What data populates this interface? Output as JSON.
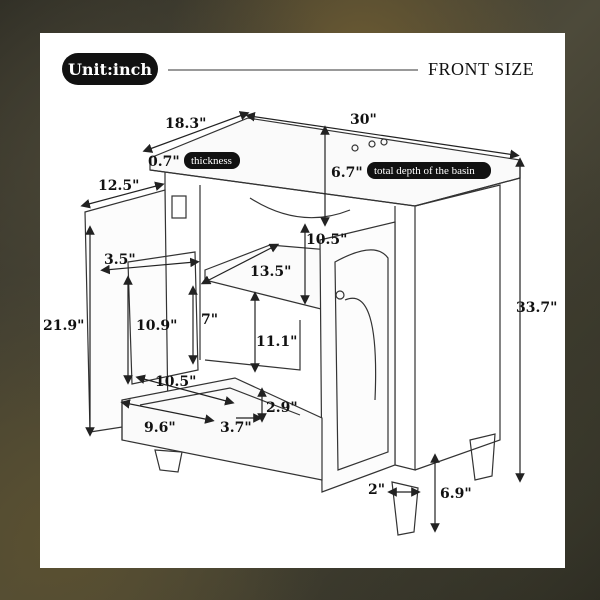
{
  "header": {
    "unit_label": "Unit:inch",
    "view_label": "FRONT SIZE"
  },
  "dimensions": {
    "width": "30\"",
    "depth": "18.3\"",
    "top_thickness": "0.7\"",
    "thickness_note": "thickness",
    "basin_depth": "6.7\"",
    "basin_note": "total depth of the basin",
    "door_width": "12.5\"",
    "door_height": "21.9\"",
    "total_height": "33.7\"",
    "shelf_side": "3.5\"",
    "shelf_height": "10.9\"",
    "inner_depth": "13.5\"",
    "upper_clearance": "10.5\"",
    "lower_section": "7\"",
    "inner_height": "11.1\"",
    "drawer_width": "10.5\"",
    "drawer_depth": "9.6\"",
    "drawer_height": "2.9\"",
    "drawer_front": "3.7\"",
    "leg_width": "2\"",
    "leg_height": "6.9\""
  },
  "colors": {
    "line": "#222222",
    "badge": "#111111",
    "paper": "#ffffff"
  }
}
